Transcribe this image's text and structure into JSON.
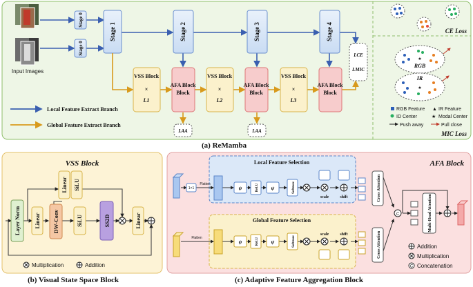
{
  "panel_a": {
    "caption": "(a) ReMamba",
    "input_label": "Input Images",
    "stage0_label": "Stage 0",
    "stages": [
      "Stage 1",
      "Stage 2",
      "Stage 3",
      "Stage 4"
    ],
    "vss_label": "VSS Block",
    "vss_multipliers": [
      "L1",
      "L2",
      "L3"
    ],
    "afa_label": "AFA Block",
    "afa_loss": "LAA",
    "loss_ce": "LCE",
    "loss_mic": "LMIC",
    "legend_local": "Local Feature Extract Branch",
    "legend_global": "Global Feature Extract Branch",
    "ce_loss_title": "CE Loss",
    "mic_loss_title": "MIC Loss",
    "rgb_label": "RGB",
    "ir_label": "IR",
    "legend_items": [
      "RGB Feature",
      "IR Feature",
      "ID Center",
      "Modal Center",
      "Push away",
      "Pull close"
    ],
    "colors": {
      "local_arrow": "#3a5fb0",
      "global_arrow": "#d89a1c",
      "stage": "#dbe8f8",
      "vss": "#fbf1cc",
      "afa": "#f7cccc",
      "panel_a_bg": "#eef6e6"
    }
  },
  "panel_b": {
    "title": "VSS Block",
    "caption": "(b) Visual State Space Block",
    "layer_norm": "Layer Norm",
    "linear": "Linear",
    "silu": "SiLU",
    "dwconv": "DW-Conv",
    "ss2d": "SS2D",
    "legend_mult": "Multiplication",
    "legend_add": "Addition"
  },
  "panel_c": {
    "title": "AFA Block",
    "caption": "(c)  Adaptive Feature Aggregation Block",
    "local_title": "Local Feature Selection",
    "global_title": "Global Feature Selection",
    "flatten": "Flatten",
    "conv": "1×1",
    "relu": "ReLU",
    "softmax": "Softmax",
    "scale": "scale",
    "shift": "shift",
    "cross_attention": "Cross Attention",
    "multi_head_attention": "Multi-Head Attention",
    "legend_add": "Addition",
    "legend_mult": "Multiplication",
    "legend_concat": "Concatenation"
  }
}
